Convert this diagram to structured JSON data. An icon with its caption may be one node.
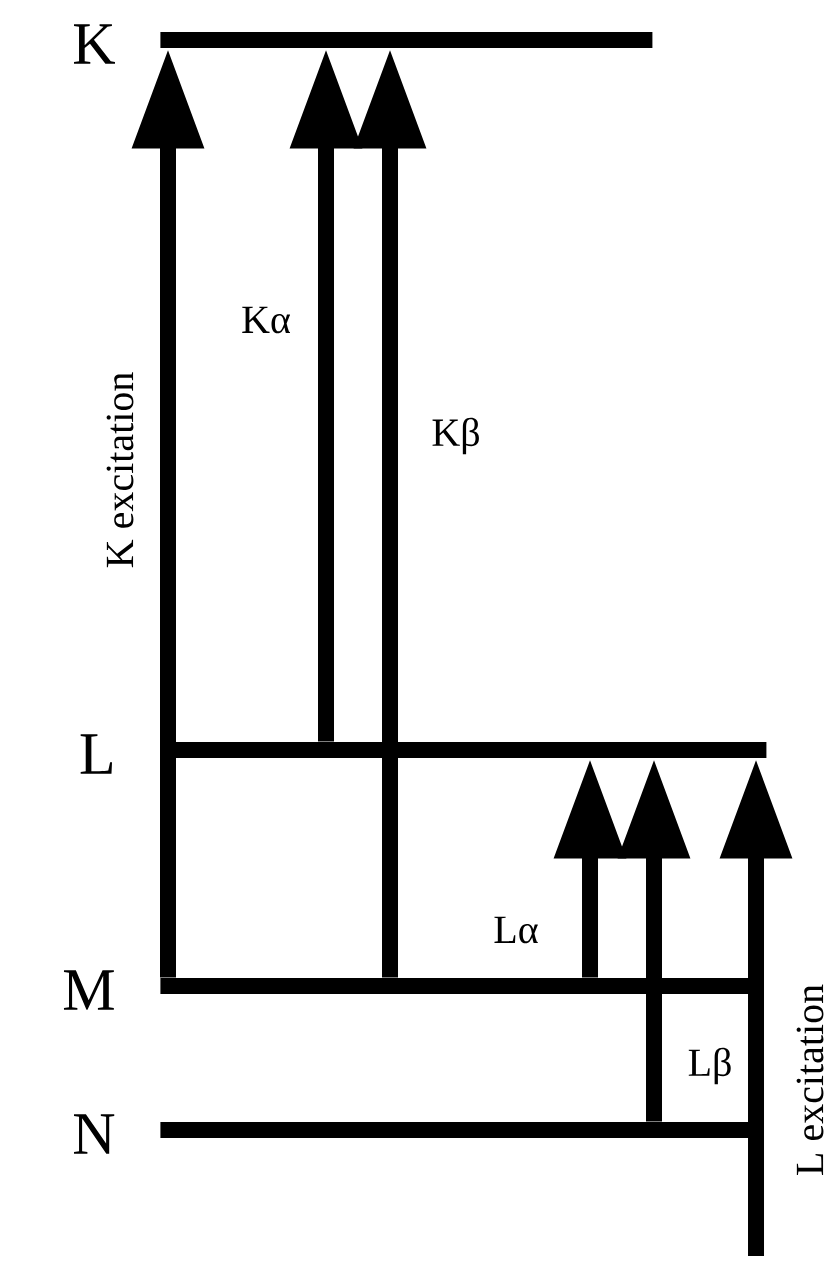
{
  "diagram": {
    "nodes": [
      {
        "text": [
          "K"
        ]
      },
      {
        "text": [
          "L"
        ]
      },
      {
        "text": [
          "M"
        ]
      },
      {
        "text": [
          "N"
        ]
      }
    ],
    "edges": [
      {
        "from": 2,
        "to": 0,
        "arrow": "to",
        "label": "K excitation"
      },
      {
        "from": 1,
        "to": 0,
        "arrow": "to",
        "label": "Kα"
      },
      {
        "from": 2,
        "to": 0,
        "arrow": "to",
        "label": "Kβ"
      },
      {
        "from": 2,
        "to": 1,
        "arrow": "to",
        "label": "Lα"
      },
      {
        "from": 3,
        "to": 1,
        "arrow": "to",
        "label": "Lβ"
      },
      {
        "from": null,
        "to": 1,
        "arrow": "to",
        "label": "L excitation"
      }
    ]
  }
}
